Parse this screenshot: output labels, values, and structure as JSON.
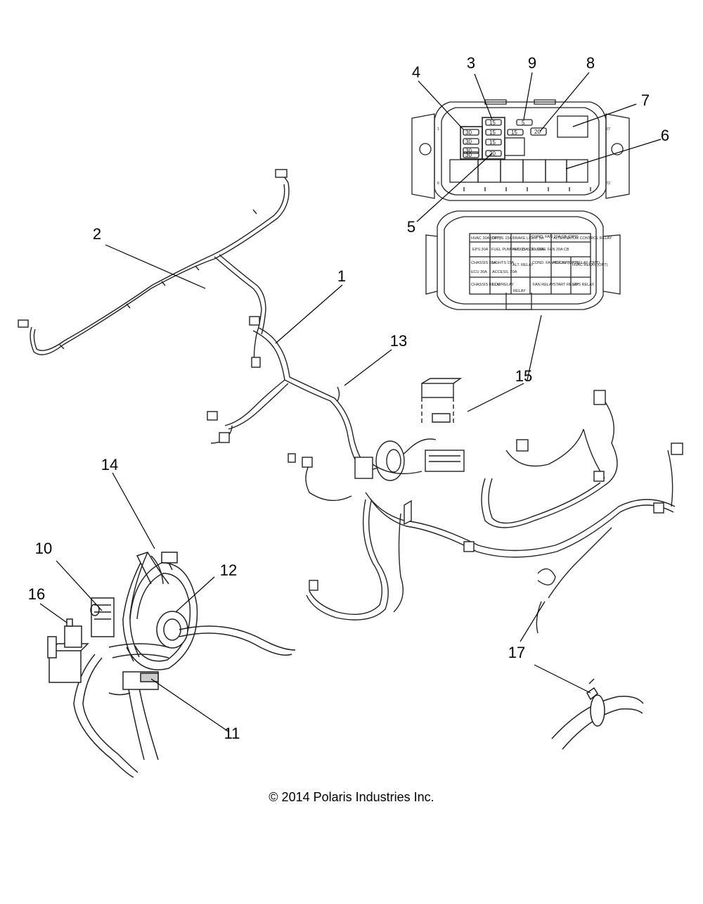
{
  "callouts": {
    "c1": "1",
    "c2": "2",
    "c3": "3",
    "c4": "4",
    "c5": "5",
    "c6": "6",
    "c7": "7",
    "c8": "8",
    "c9": "9",
    "c10": "10",
    "c11": "11",
    "c12": "12",
    "c13": "13",
    "c14": "14",
    "c15": "15",
    "c16": "16",
    "c17": "17"
  },
  "fuse_box_top": {
    "fuses_left": [
      "30",
      "30",
      "30",
      "30"
    ],
    "fuses_mid": [
      "15",
      "15",
      "15",
      "20"
    ],
    "fuse_right_a": "5",
    "fuse_right_b": "15",
    "fuse_right_c": "20",
    "side_labels": [
      "67",
      "72",
      "1",
      "6"
    ]
  },
  "fuse_box_cover": {
    "cells": [
      "HVAC 30A (OPT)",
      "DRIVE 15A",
      "BRAKE LIGHT 5A",
      "COND. FAN 20A CB (OPT)",
      "ALTERNATOR CONTROL RELAY",
      "EPS 30A",
      "FUEL PUMP HOLD. SOL. 15A",
      "ALT. 15A",
      "ENGINE FAN 20A CB",
      "CHASSIS 30A",
      "LIGHTS 15A",
      "ALT. RELAY",
      "COND. FAN RELAY (OPT)",
      "AC CLUTCH RELAY (OPT)",
      "HVAC RELAY (OPT)",
      "ECU 30A",
      "ACCESS. 20A",
      "CHASSIS RELAY",
      "ECU RELAY",
      "RELAY",
      "FAN RELAY",
      "START RELAY",
      "EPS RELAY"
    ]
  },
  "copyright": "© 2014 Polaris Industries Inc."
}
